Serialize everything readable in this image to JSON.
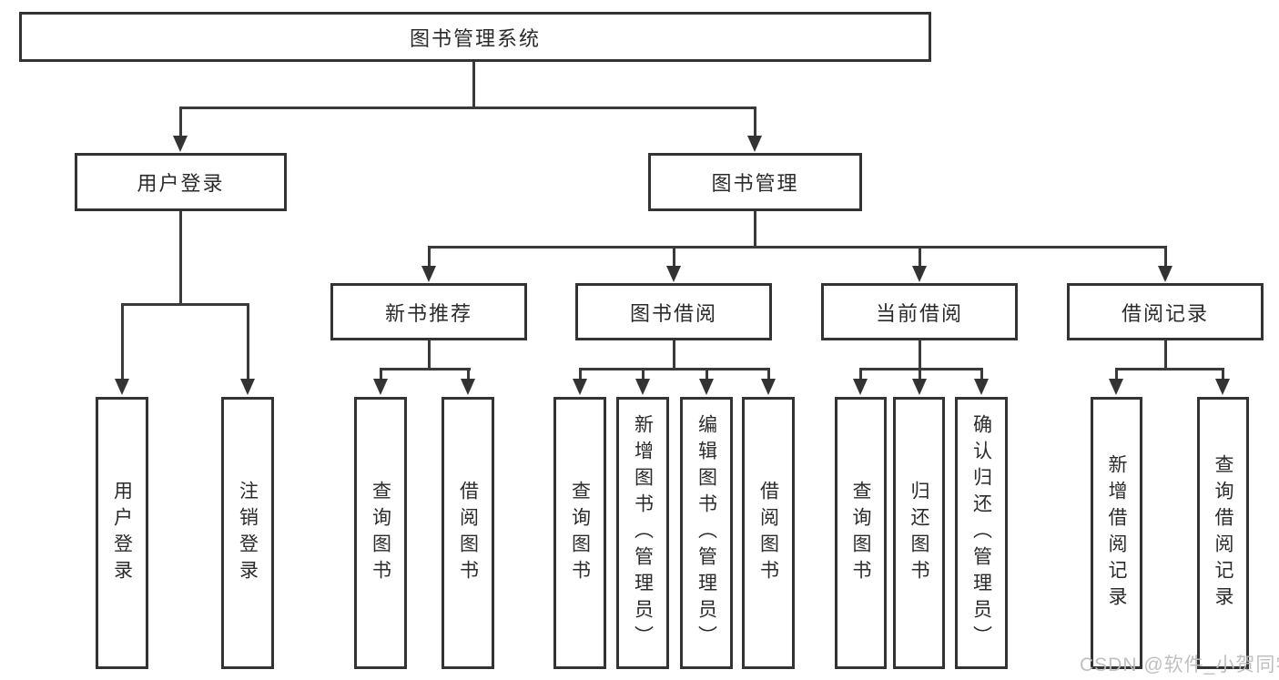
{
  "diagram_type": "hierarchy-tree",
  "colors": {
    "background": "#ffffff",
    "line": "#3a3a3a",
    "box_border": "#333333",
    "box_fill": "#ffffff",
    "text": "#2b2b2b",
    "watermark": "#bcbcbc"
  },
  "nodes": {
    "root": {
      "label": "图书管理系统"
    },
    "user_login_group": {
      "label": "用户登录"
    },
    "book_management_group": {
      "label": "图书管理"
    },
    "new_book_recommend": {
      "label": "新书推荐"
    },
    "book_borrowing": {
      "label": "图书借阅"
    },
    "current_borrowing": {
      "label": "当前借阅"
    },
    "borrowing_records": {
      "label": "借阅记录"
    },
    "leaf_user_login": {
      "label": "用户登录"
    },
    "leaf_logout": {
      "label": "注销登录"
    },
    "leaf_query_books_recommend": {
      "label": "查询图书"
    },
    "leaf_borrow_books_recommend": {
      "label": "借阅图书"
    },
    "leaf_query_books_borrowing": {
      "label": "查询图书"
    },
    "leaf_add_books_admin": {
      "label": "新增图书（管理员）"
    },
    "leaf_edit_books_admin": {
      "label": "编辑图书（管理员）"
    },
    "leaf_borrow_books_borrowing": {
      "label": "借阅图书"
    },
    "leaf_query_books_current": {
      "label": "查询图书"
    },
    "leaf_return_books": {
      "label": "归还图书"
    },
    "leaf_confirm_return_admin": {
      "label": "确认归还（管理员）"
    },
    "leaf_add_borrow_record": {
      "label": "新增借阅记录"
    },
    "leaf_query_borrow_record": {
      "label": "查询借阅记录"
    }
  },
  "watermark": {
    "text": "CSDN @软件_小贺同学"
  }
}
